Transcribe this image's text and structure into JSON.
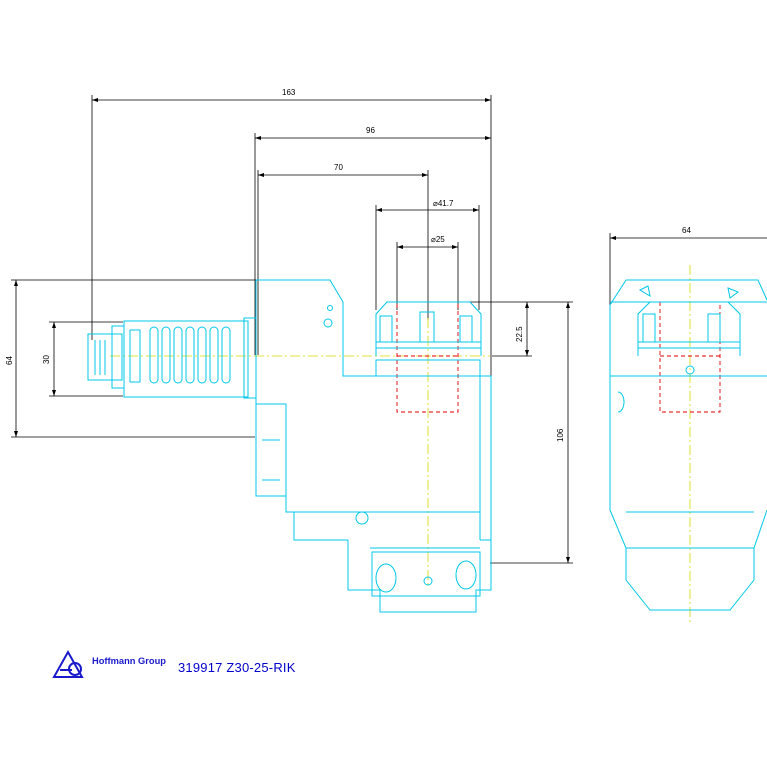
{
  "drawing": {
    "part_number": "319917",
    "designation": "Z30-25-RIK",
    "company": "Hoffmann Group",
    "dimensions": {
      "overall_length": "163",
      "length_96": "96",
      "length_70": "70",
      "dia_41_7": "⌀41.7",
      "dia_25": "⌀25",
      "offset_22_5": "22.5",
      "height_106": "106",
      "height_64": "64",
      "height_30": "30",
      "width_64": "64"
    }
  },
  "colors": {
    "part_lines": "#00c8e8",
    "hidden_lines": "#e00000",
    "center_lines": "#d8d800",
    "dimension_lines": "#000000",
    "logo": "#1a1acc"
  }
}
